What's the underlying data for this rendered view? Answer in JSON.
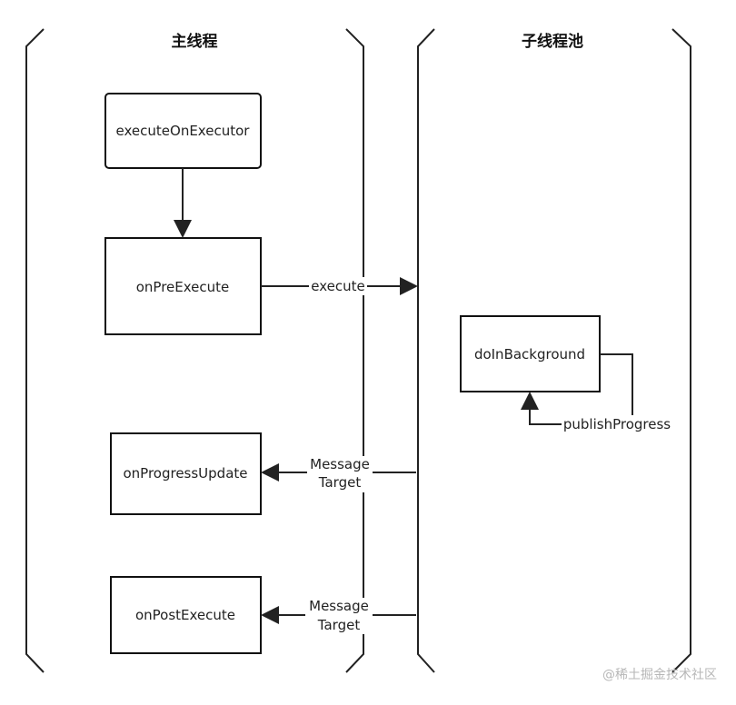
{
  "lanes": {
    "main": {
      "title": "主线程"
    },
    "pool": {
      "title": "子线程池"
    }
  },
  "nodes": {
    "execute_on_executor": "executeOnExecutor",
    "on_pre_execute": "onPreExecute",
    "do_in_background": "doInBackground",
    "on_progress_update": "onProgressUpdate",
    "on_post_execute": "onPostExecute"
  },
  "edges": {
    "execute": "execute",
    "publish_progress": "publishProgress",
    "progress_message_line1": "Message",
    "progress_message_line2": "Target",
    "post_message_line1": "Message",
    "post_message_line2": "Target"
  },
  "watermark": "@稀土掘金技术社区",
  "colors": {
    "stroke": "#222222",
    "background": "#ffffff",
    "watermark": "#b7b7b7"
  }
}
